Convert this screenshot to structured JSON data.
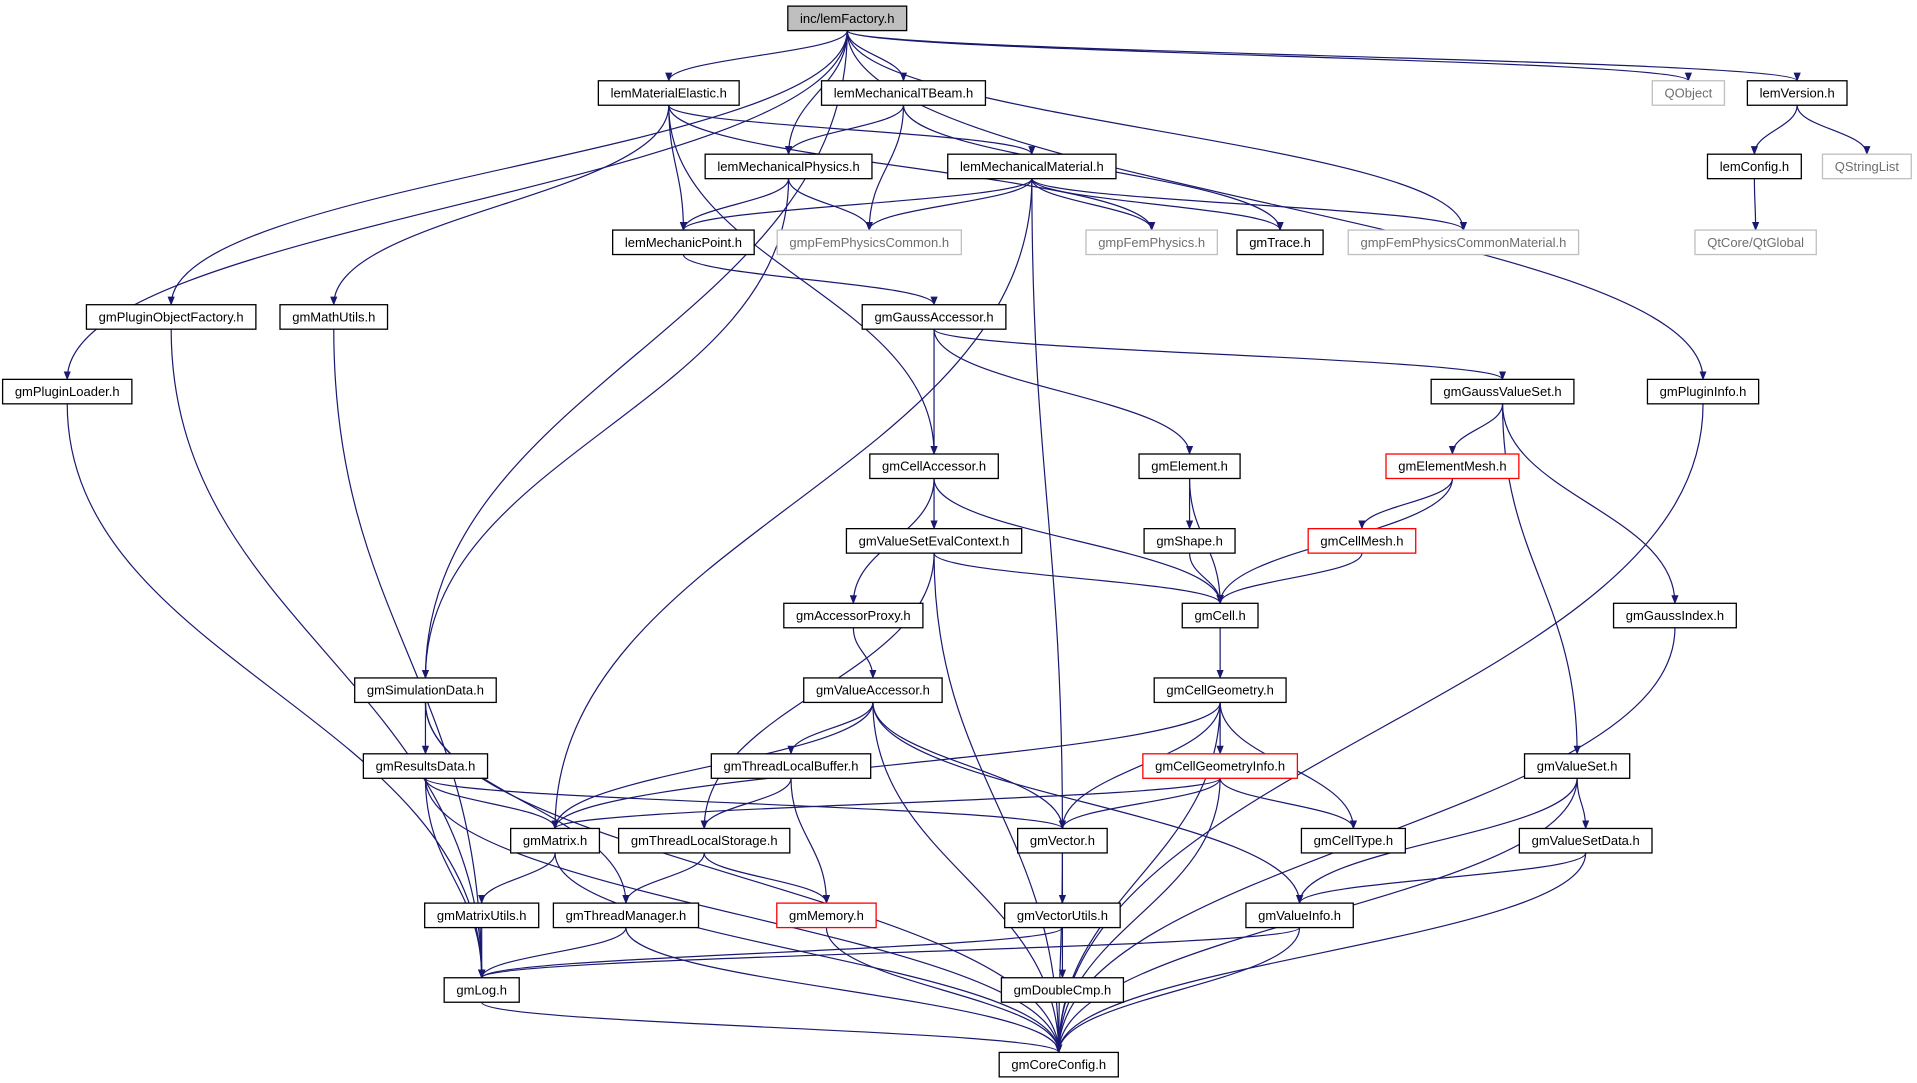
{
  "colors": {
    "edge": "#191970",
    "node_border": "#000000",
    "node_border_missing": "#bfbfbf",
    "node_border_truncated": "#ff0000",
    "root_fill": "#bfbfbf",
    "node_fill": "#ffffff",
    "text": "#000000"
  },
  "nodes": [
    {
      "id": "lemFactory",
      "label": "inc/lemFactory.h",
      "status": "root"
    },
    {
      "id": "lemMaterialElastic",
      "label": "lemMaterialElastic.h",
      "status": "normal"
    },
    {
      "id": "lemMechanicalTBeam",
      "label": "lemMechanicalTBeam.h",
      "status": "normal"
    },
    {
      "id": "QObject",
      "label": "QObject",
      "status": "missing"
    },
    {
      "id": "lemVersion",
      "label": "lemVersion.h",
      "status": "normal"
    },
    {
      "id": "lemMechanicalPhysics",
      "label": "lemMechanicalPhysics.h",
      "status": "normal"
    },
    {
      "id": "lemMechanicalMaterial",
      "label": "lemMechanicalMaterial.h",
      "status": "normal"
    },
    {
      "id": "lemConfig",
      "label": "lemConfig.h",
      "status": "normal"
    },
    {
      "id": "QStringList",
      "label": "QStringList",
      "status": "missing"
    },
    {
      "id": "lemMechanicPoint",
      "label": "lemMechanicPoint.h",
      "status": "normal"
    },
    {
      "id": "gmpFemPhysicsCommon",
      "label": "gmpFemPhysicsCommon.h",
      "status": "missing"
    },
    {
      "id": "gmpFemPhysics",
      "label": "gmpFemPhysics.h",
      "status": "missing"
    },
    {
      "id": "gmTrace",
      "label": "gmTrace.h",
      "status": "normal"
    },
    {
      "id": "gmpFemPhysicsCommonMaterial",
      "label": "gmpFemPhysicsCommonMaterial.h",
      "status": "missing"
    },
    {
      "id": "QtGlobal",
      "label": "QtCore/QtGlobal",
      "status": "missing"
    },
    {
      "id": "gmPluginObjectFactory",
      "label": "gmPluginObjectFactory.h",
      "status": "normal"
    },
    {
      "id": "gmMathUtils",
      "label": "gmMathUtils.h",
      "status": "normal"
    },
    {
      "id": "gmGaussAccessor",
      "label": "gmGaussAccessor.h",
      "status": "normal"
    },
    {
      "id": "gmPluginLoader",
      "label": "gmPluginLoader.h",
      "status": "normal"
    },
    {
      "id": "gmGaussValueSet",
      "label": "gmGaussValueSet.h",
      "status": "normal"
    },
    {
      "id": "gmPluginInfo",
      "label": "gmPluginInfo.h",
      "status": "normal"
    },
    {
      "id": "gmCellAccessor",
      "label": "gmCellAccessor.h",
      "status": "normal"
    },
    {
      "id": "gmElement",
      "label": "gmElement.h",
      "status": "normal"
    },
    {
      "id": "gmElementMesh",
      "label": "gmElementMesh.h",
      "status": "truncated"
    },
    {
      "id": "gmValueSetEvalContext",
      "label": "gmValueSetEvalContext.h",
      "status": "normal"
    },
    {
      "id": "gmShape",
      "label": "gmShape.h",
      "status": "normal"
    },
    {
      "id": "gmCellMesh",
      "label": "gmCellMesh.h",
      "status": "truncated"
    },
    {
      "id": "gmAccessorProxy",
      "label": "gmAccessorProxy.h",
      "status": "normal"
    },
    {
      "id": "gmCell",
      "label": "gmCell.h",
      "status": "normal"
    },
    {
      "id": "gmGaussIndex",
      "label": "gmGaussIndex.h",
      "status": "normal"
    },
    {
      "id": "gmSimulationData",
      "label": "gmSimulationData.h",
      "status": "normal"
    },
    {
      "id": "gmValueAccessor",
      "label": "gmValueAccessor.h",
      "status": "normal"
    },
    {
      "id": "gmCellGeometry",
      "label": "gmCellGeometry.h",
      "status": "normal"
    },
    {
      "id": "gmResultsData",
      "label": "gmResultsData.h",
      "status": "normal"
    },
    {
      "id": "gmThreadLocalBuffer",
      "label": "gmThreadLocalBuffer.h",
      "status": "normal"
    },
    {
      "id": "gmCellGeometryInfo",
      "label": "gmCellGeometryInfo.h",
      "status": "truncated"
    },
    {
      "id": "gmValueSet",
      "label": "gmValueSet.h",
      "status": "normal"
    },
    {
      "id": "gmMatrix",
      "label": "gmMatrix.h",
      "status": "normal"
    },
    {
      "id": "gmThreadLocalStorage",
      "label": "gmThreadLocalStorage.h",
      "status": "normal"
    },
    {
      "id": "gmVector",
      "label": "gmVector.h",
      "status": "normal"
    },
    {
      "id": "gmCellType",
      "label": "gmCellType.h",
      "status": "normal"
    },
    {
      "id": "gmValueSetData",
      "label": "gmValueSetData.h",
      "status": "normal"
    },
    {
      "id": "gmMatrixUtils",
      "label": "gmMatrixUtils.h",
      "status": "normal"
    },
    {
      "id": "gmThreadManager",
      "label": "gmThreadManager.h",
      "status": "normal"
    },
    {
      "id": "gmMemory",
      "label": "gmMemory.h",
      "status": "truncated"
    },
    {
      "id": "gmVectorUtils",
      "label": "gmVectorUtils.h",
      "status": "normal"
    },
    {
      "id": "gmValueInfo",
      "label": "gmValueInfo.h",
      "status": "normal"
    },
    {
      "id": "gmLog",
      "label": "gmLog.h",
      "status": "normal"
    },
    {
      "id": "gmDoubleCmp",
      "label": "gmDoubleCmp.h",
      "status": "normal"
    },
    {
      "id": "gmCoreConfig",
      "label": "gmCoreConfig.h",
      "status": "normal"
    }
  ],
  "edges": [
    [
      "lemFactory",
      "lemMaterialElastic"
    ],
    [
      "lemFactory",
      "lemMechanicalTBeam"
    ],
    [
      "lemFactory",
      "lemMechanicalPhysics"
    ],
    [
      "lemFactory",
      "QObject"
    ],
    [
      "lemFactory",
      "lemVersion"
    ],
    [
      "lemFactory",
      "gmpFemPhysicsCommonMaterial"
    ],
    [
      "lemFactory",
      "gmPluginObjectFactory"
    ],
    [
      "lemFactory",
      "gmPluginLoader"
    ],
    [
      "lemFactory",
      "gmSimulationData"
    ],
    [
      "lemFactory",
      "gmPluginInfo"
    ],
    [
      "lemMaterialElastic",
      "lemMechanicalMaterial"
    ],
    [
      "lemMaterialElastic",
      "lemMechanicPoint"
    ],
    [
      "lemMaterialElastic",
      "gmpFemPhysics"
    ],
    [
      "lemMaterialElastic",
      "gmMathUtils"
    ],
    [
      "lemMaterialElastic",
      "gmCellAccessor"
    ],
    [
      "lemMechanicalTBeam",
      "lemMechanicalPhysics"
    ],
    [
      "lemMechanicalTBeam",
      "gmpFemPhysicsCommon"
    ],
    [
      "lemMechanicalTBeam",
      "gmTrace"
    ],
    [
      "lemMechanicalPhysics",
      "lemMechanicPoint"
    ],
    [
      "lemMechanicalPhysics",
      "gmpFemPhysicsCommon"
    ],
    [
      "lemMechanicalPhysics",
      "gmSimulationData"
    ],
    [
      "lemMechanicalMaterial",
      "lemMechanicPoint"
    ],
    [
      "lemMechanicalMaterial",
      "gmpFemPhysicsCommon"
    ],
    [
      "lemMechanicalMaterial",
      "gmpFemPhysics"
    ],
    [
      "lemMechanicalMaterial",
      "gmTrace"
    ],
    [
      "lemMechanicalMaterial",
      "gmpFemPhysicsCommonMaterial"
    ],
    [
      "lemMechanicalMaterial",
      "gmVector"
    ],
    [
      "lemMechanicalMaterial",
      "gmMatrix"
    ],
    [
      "lemVersion",
      "lemConfig"
    ],
    [
      "lemVersion",
      "QStringList"
    ],
    [
      "lemConfig",
      "QtGlobal"
    ],
    [
      "lemMechanicPoint",
      "gmGaussAccessor"
    ],
    [
      "gmGaussAccessor",
      "gmCellAccessor"
    ],
    [
      "gmGaussAccessor",
      "gmElement"
    ],
    [
      "gmGaussAccessor",
      "gmGaussValueSet"
    ],
    [
      "gmGaussValueSet",
      "gmElementMesh"
    ],
    [
      "gmGaussValueSet",
      "gmGaussIndex"
    ],
    [
      "gmGaussValueSet",
      "gmValueSet"
    ],
    [
      "gmPluginObjectFactory",
      "gmLog"
    ],
    [
      "gmMathUtils",
      "gmLog"
    ],
    [
      "gmPluginLoader",
      "gmLog"
    ],
    [
      "gmPluginInfo",
      "gmCoreConfig"
    ],
    [
      "gmCellAccessor",
      "gmValueSetEvalContext"
    ],
    [
      "gmCellAccessor",
      "gmAccessorProxy"
    ],
    [
      "gmCellAccessor",
      "gmCell"
    ],
    [
      "gmElement",
      "gmShape"
    ],
    [
      "gmElement",
      "gmCell"
    ],
    [
      "gmElementMesh",
      "gmCellMesh"
    ],
    [
      "gmElementMesh",
      "gmCell"
    ],
    [
      "gmValueSetEvalContext",
      "gmCell"
    ],
    [
      "gmValueSetEvalContext",
      "gmThreadLocalStorage"
    ],
    [
      "gmValueSetEvalContext",
      "gmCoreConfig"
    ],
    [
      "gmShape",
      "gmCell"
    ],
    [
      "gmCellMesh",
      "gmCell"
    ],
    [
      "gmAccessorProxy",
      "gmValueAccessor"
    ],
    [
      "gmCell",
      "gmCellGeometry"
    ],
    [
      "gmGaussIndex",
      "gmCoreConfig"
    ],
    [
      "gmSimulationData",
      "gmResultsData"
    ],
    [
      "gmSimulationData",
      "gmThreadManager"
    ],
    [
      "gmSimulationData",
      "gmCoreConfig"
    ],
    [
      "gmValueAccessor",
      "gmMatrix"
    ],
    [
      "gmValueAccessor",
      "gmThreadLocalBuffer"
    ],
    [
      "gmValueAccessor",
      "gmVector"
    ],
    [
      "gmValueAccessor",
      "gmValueInfo"
    ],
    [
      "gmValueAccessor",
      "gmCoreConfig"
    ],
    [
      "gmCellGeometry",
      "gmCellGeometryInfo"
    ],
    [
      "gmCellGeometry",
      "gmVector"
    ],
    [
      "gmCellGeometry",
      "gmMatrix"
    ],
    [
      "gmCellGeometry",
      "gmCellType"
    ],
    [
      "gmCellGeometry",
      "gmCoreConfig"
    ],
    [
      "gmResultsData",
      "gmMatrix"
    ],
    [
      "gmResultsData",
      "gmVector"
    ],
    [
      "gmResultsData",
      "gmLog"
    ],
    [
      "gmResultsData",
      "gmCoreConfig"
    ],
    [
      "gmThreadLocalBuffer",
      "gmThreadLocalStorage"
    ],
    [
      "gmThreadLocalBuffer",
      "gmMemory"
    ],
    [
      "gmCellGeometryInfo",
      "gmMatrix"
    ],
    [
      "gmCellGeometryInfo",
      "gmVector"
    ],
    [
      "gmCellGeometryInfo",
      "gmCellType"
    ],
    [
      "gmCellGeometryInfo",
      "gmCoreConfig"
    ],
    [
      "gmValueSet",
      "gmValueSetData"
    ],
    [
      "gmValueSet",
      "gmValueInfo"
    ],
    [
      "gmValueSet",
      "gmCoreConfig"
    ],
    [
      "gmMatrix",
      "gmMatrixUtils"
    ],
    [
      "gmMatrix",
      "gmCoreConfig"
    ],
    [
      "gmThreadLocalStorage",
      "gmThreadManager"
    ],
    [
      "gmThreadLocalStorage",
      "gmMemory"
    ],
    [
      "gmVector",
      "gmVectorUtils"
    ],
    [
      "gmVector",
      "gmCoreConfig"
    ],
    [
      "gmValueSetData",
      "gmValueInfo"
    ],
    [
      "gmValueSetData",
      "gmCoreConfig"
    ],
    [
      "gmMatrixUtils",
      "gmLog"
    ],
    [
      "gmThreadManager",
      "gmLog"
    ],
    [
      "gmThreadManager",
      "gmCoreConfig"
    ],
    [
      "gmMemory",
      "gmCoreConfig"
    ],
    [
      "gmVectorUtils",
      "gmLog"
    ],
    [
      "gmVectorUtils",
      "gmDoubleCmp"
    ],
    [
      "gmValueInfo",
      "gmLog"
    ],
    [
      "gmValueInfo",
      "gmCoreConfig"
    ],
    [
      "gmLog",
      "gmCoreConfig"
    ]
  ]
}
